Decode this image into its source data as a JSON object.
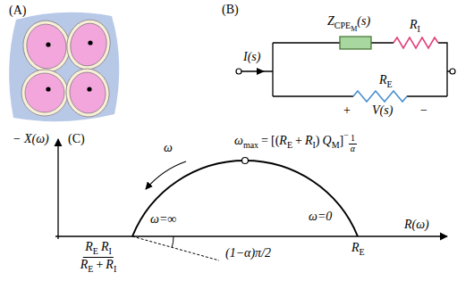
{
  "diagram": {
    "labels": [
      "(A)",
      "(B)",
      "(C)",
      "I(s)",
      "Z",
      "CPE",
      "M",
      "(s)",
      "R",
      "I",
      "R",
      "E",
      "+",
      "V(s)",
      "−",
      "− X(ω)",
      "R(ω)",
      "ω",
      "ω",
      "max",
      "=",
      "[(",
      "R",
      "E",
      "+",
      "R",
      "I",
      ")",
      "Q",
      "M",
      "]",
      "−",
      "1",
      "α",
      "ω=∞",
      "ω=0",
      "(1−α)π/2",
      "R",
      "E",
      "R",
      "I",
      "R",
      "E",
      "+",
      "R",
      "I",
      "R",
      "E"
    ]
  }
}
